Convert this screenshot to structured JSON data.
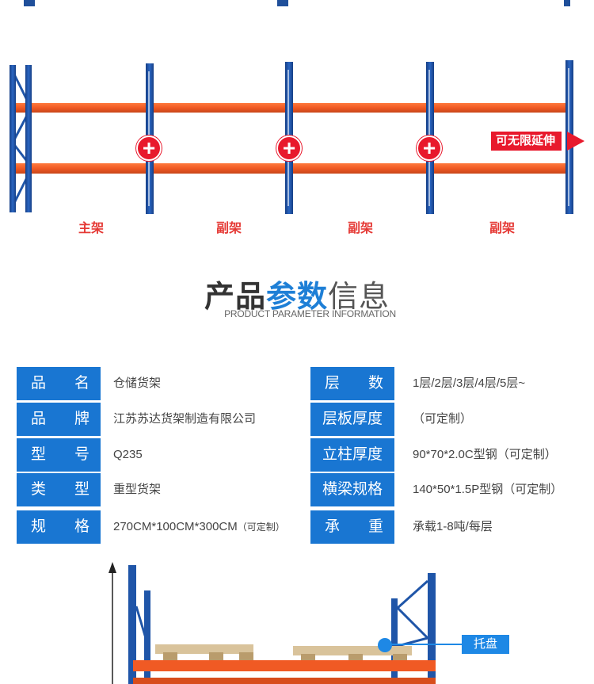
{
  "diagram": {
    "labels": [
      "主架",
      "副架",
      "副架",
      "副架"
    ],
    "extend_label": "可无限延伸",
    "plus_symbol": "+",
    "colors": {
      "upright": "#1f55a8",
      "beam": "#f05a24",
      "accent": "#e8192c"
    }
  },
  "section": {
    "title_part1": "产品",
    "title_part2": "参数",
    "title_part3": "信息",
    "subtitle": "PRODUCT PARAMETER INFORMATION"
  },
  "params": {
    "left": [
      {
        "label_a": "品",
        "label_b": "名",
        "value": "仓储货架",
        "note": ""
      },
      {
        "label_a": "品",
        "label_b": "牌",
        "value": "江苏苏达货架制造有限公司",
        "note": ""
      },
      {
        "label_a": "型",
        "label_b": "号",
        "value": "Q235",
        "note": ""
      },
      {
        "label_a": "类",
        "label_b": "型",
        "value": "重型货架",
        "note": ""
      },
      {
        "label_a": "规",
        "label_b": "格",
        "value": "270CM*100CM*300CM",
        "note": "（可定制）"
      }
    ],
    "right": [
      {
        "label": "",
        "label_a": "层",
        "label_b": "数",
        "value": "1层/2层/3层/4层/5层~"
      },
      {
        "label": "层板厚度",
        "label_a": "",
        "label_b": "",
        "value": "（可定制）"
      },
      {
        "label": "立柱厚度",
        "label_a": "",
        "label_b": "",
        "value": "90*70*2.0C型钢（可定制）"
      },
      {
        "label": "横梁规格",
        "label_a": "",
        "label_b": "",
        "value": "140*50*1.5P型钢（可定制）"
      },
      {
        "label": "",
        "label_a": "承",
        "label_b": "重",
        "value": "承载1-8吨/每层"
      }
    ]
  },
  "bottom": {
    "tray_label": "托盘"
  }
}
